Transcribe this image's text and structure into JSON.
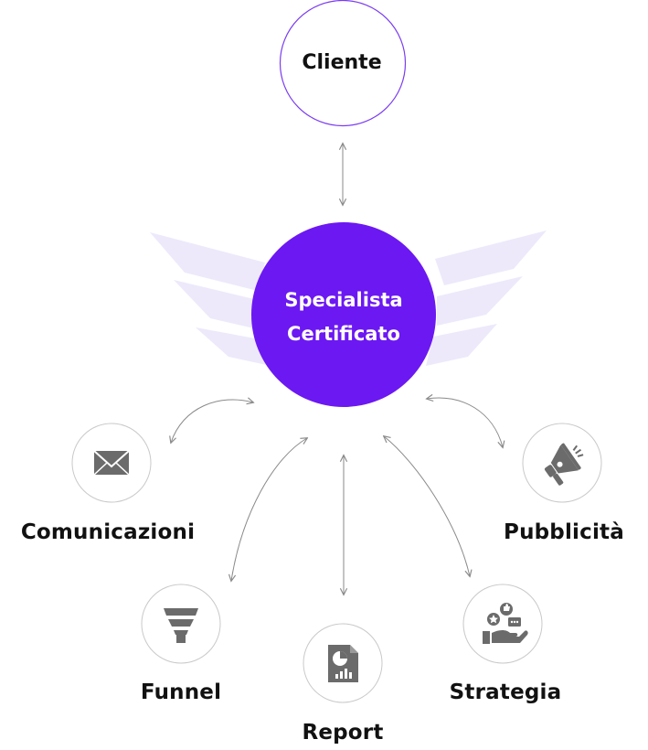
{
  "colors": {
    "primary": "#6c18f2",
    "wing": "#ede9fb",
    "client_border": "#7a3cf0",
    "node_border": "#c9c9c9",
    "icon": "#6b6b6b",
    "arrow": "#8a8a8a",
    "text": "#111111"
  },
  "client": {
    "label": "Cliente"
  },
  "center": {
    "line1": "Specialista",
    "line2": "Certificato"
  },
  "nodes": {
    "comunicazioni": {
      "label": "Comunicazioni",
      "icon": "envelope-icon"
    },
    "funnel": {
      "label": "Funnel",
      "icon": "funnel-icon"
    },
    "report": {
      "label": "Report",
      "icon": "report-document-icon"
    },
    "strategia": {
      "label": "Strategia",
      "icon": "hand-like-chat-icon"
    },
    "pubblicita": {
      "label": "Pubblicità",
      "icon": "megaphone-icon"
    }
  }
}
